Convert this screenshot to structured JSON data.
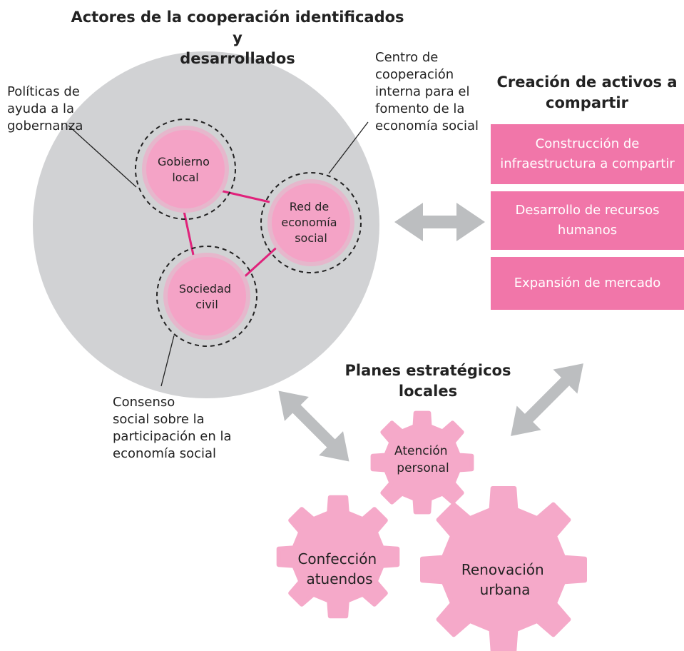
{
  "actors": {
    "title": [
      "Actores de la cooperación identificados y",
      "desarrollados"
    ],
    "nodes": {
      "gobierno": [
        "Gobierno",
        "local"
      ],
      "red": [
        "Red de",
        "economía",
        "social"
      ],
      "sociedad": [
        "Sociedad",
        "civil"
      ]
    },
    "notes": {
      "politicas": [
        "Políticas de",
        "ayuda a la",
        "gobernanza"
      ],
      "centro": [
        "Centro de",
        "cooperación",
        "interna para el",
        "fomento de la",
        "economía social"
      ],
      "consenso": [
        "Consenso",
        "social sobre la",
        "participación en la",
        "economía social"
      ]
    }
  },
  "assets": {
    "title": [
      "Creación de activos a",
      "compartir"
    ],
    "items": [
      [
        "Construcción de",
        "infraestructura a compartir"
      ],
      [
        "Desarrollo de recursos",
        "humanos"
      ],
      [
        "Expansión de mercado"
      ]
    ]
  },
  "plans": {
    "title": [
      "Planes estratégicos",
      "locales"
    ],
    "gears": {
      "atencion": [
        "Atención",
        "personal"
      ],
      "confeccion": [
        "Confección",
        "atuendos"
      ],
      "renovacion": [
        "Renovación",
        "urbana"
      ]
    }
  },
  "colors": {
    "grey": "#d1d2d4",
    "arrow_grey": "#bcbec0",
    "node_pink": "#f4a3c6",
    "node_outline": "#e6b7cc",
    "box_pink": "#f176a9",
    "link_magenta": "#e0227b",
    "gear_pink": "#f5a9c9"
  }
}
